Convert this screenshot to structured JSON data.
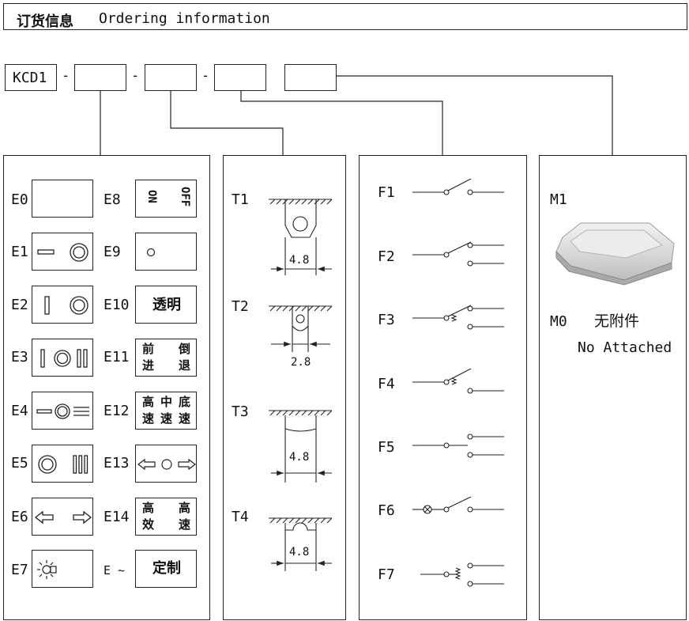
{
  "title": {
    "cn": "订货信息",
    "en": "Ordering information"
  },
  "model": {
    "prefix": "KCD1",
    "sep1": "-",
    "sep2": "-",
    "sep3": "-"
  },
  "panel_e": {
    "items": [
      {
        "code": "E0"
      },
      {
        "code": "E1"
      },
      {
        "code": "E2"
      },
      {
        "code": "E3"
      },
      {
        "code": "E4"
      },
      {
        "code": "E5"
      },
      {
        "code": "E6"
      },
      {
        "code": "E7"
      },
      {
        "code": "E8"
      },
      {
        "code": "E9"
      },
      {
        "code": "E10"
      },
      {
        "code": "E11"
      },
      {
        "code": "E12"
      },
      {
        "code": "E13"
      },
      {
        "code": "E14"
      },
      {
        "code": "E ~"
      }
    ],
    "e8_on": "ON",
    "e8_off": "OFF",
    "e10_text": "透明",
    "e11": [
      "前",
      "倒",
      "进",
      "退"
    ],
    "e12": [
      "高",
      "中",
      "底",
      "速",
      "速",
      "速"
    ],
    "e14": [
      "高",
      "高",
      "效",
      "速"
    ],
    "custom_text": "定制"
  },
  "panel_t": {
    "items": [
      {
        "code": "T1",
        "dim": "4.8"
      },
      {
        "code": "T2",
        "dim": "2.8"
      },
      {
        "code": "T3",
        "dim": "4.8"
      },
      {
        "code": "T4",
        "dim": "4.8"
      }
    ]
  },
  "panel_f": {
    "items": [
      {
        "code": "F1"
      },
      {
        "code": "F2"
      },
      {
        "code": "F3"
      },
      {
        "code": "F4"
      },
      {
        "code": "F5"
      },
      {
        "code": "F6"
      },
      {
        "code": "F7"
      }
    ]
  },
  "panel_m": {
    "m1": "M1",
    "m0": "M0",
    "m0_cn": "无附件",
    "m0_en": "No Attached"
  }
}
